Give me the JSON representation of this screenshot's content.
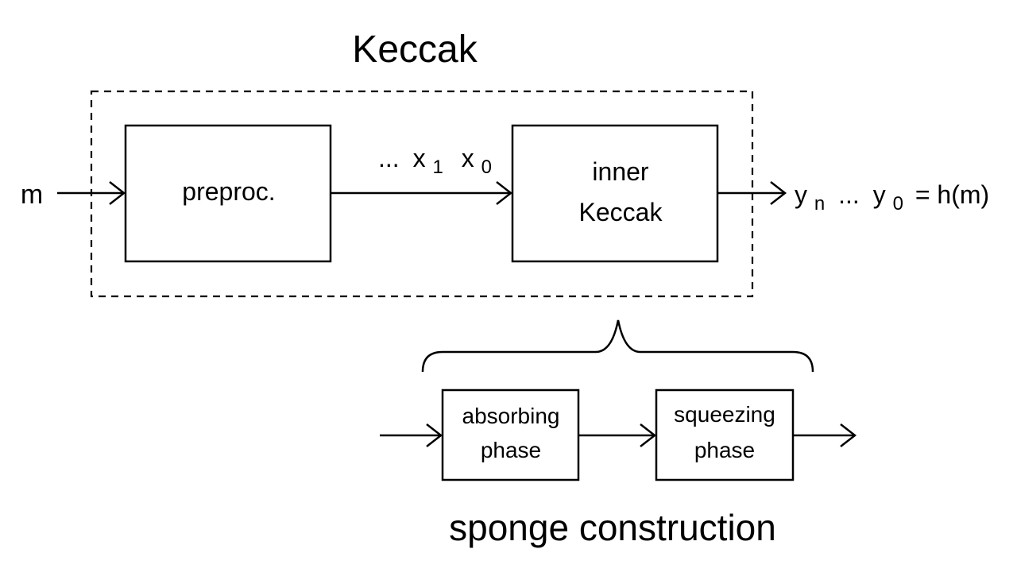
{
  "diagram": {
    "title": "Keccak",
    "input_label": "m",
    "blocks": {
      "preproc": "preproc.",
      "inner_line1": "inner",
      "inner_line2": "Keccak",
      "absorbing_line1": "absorbing",
      "absorbing_line2": "phase",
      "squeezing_line1": "squeezing",
      "squeezing_line2": "phase"
    },
    "intermediate": {
      "dots": "...",
      "x1_base": "x",
      "x1_sub": "1",
      "x0_base": "x",
      "x0_sub": "0"
    },
    "output": {
      "yn_base": "y",
      "yn_sub": "n",
      "dots": "...",
      "y0_base": "y",
      "y0_sub": "0",
      "equals": "= h(m)"
    },
    "caption": "sponge construction"
  }
}
